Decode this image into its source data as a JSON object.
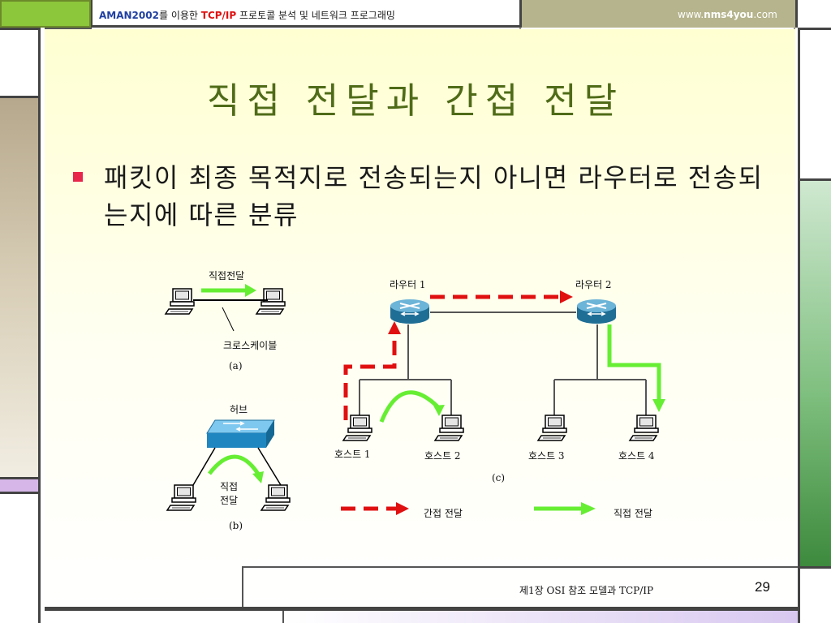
{
  "header": {
    "brand": "AMAN2002",
    "text1": "를 이용한 ",
    "tcpip": "TCP/IP",
    "text2": " 프로토콜 분석 및 네트워크 프로그래밍",
    "url_prefix": "www.",
    "url_bold": "nms4you",
    "url_suffix": ".com"
  },
  "title": "직접 전달과 간접 전달",
  "bullet": "패킷이 최종 목적지로 전송되는지 아니면 라우터로 전송되는지에 따른 분류",
  "diagram": {
    "a": {
      "direct_label": "직접전달",
      "cable_label": "크로스케이블",
      "caption": "(a)"
    },
    "b": {
      "hub_label": "허브",
      "direct_label_1": "직접",
      "direct_label_2": "전달",
      "caption": "(b)"
    },
    "c": {
      "router1": "라우터 1",
      "router2": "라우터 2",
      "host1": "호스트 1",
      "host2": "호스트 2",
      "host3": "호스트 3",
      "host4": "호스트 4",
      "caption": "(c)"
    },
    "legend": {
      "indirect": "간접 전달",
      "direct": "직접 전달"
    }
  },
  "footer": {
    "chapter": "제1장  OSI 참조 모델과 TCP/IP",
    "page": "29"
  },
  "colors": {
    "title": "#4f6b18",
    "bullet": "#e8264c",
    "indirect_arrow": "#e01010",
    "direct_arrow": "#66ee33",
    "router": "#2a7fa8"
  }
}
